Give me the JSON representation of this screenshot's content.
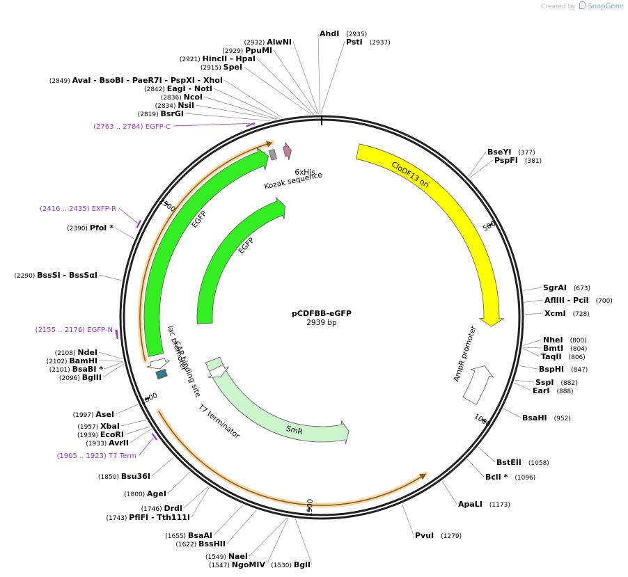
{
  "credit": {
    "prefix": "Created by",
    "brand": "SnapGene"
  },
  "plasmid": {
    "name": "pCDFBB-eGFP",
    "size_label": "2939 bp",
    "length": 2939
  },
  "ticks": [
    {
      "pos": 500,
      "label": "500"
    },
    {
      "pos": 1000,
      "label": "1000"
    },
    {
      "pos": 1500,
      "label": "1500"
    },
    {
      "pos": 2000,
      "label": "2000"
    },
    {
      "pos": 2500,
      "label": "2500"
    }
  ],
  "features": [
    {
      "id": "egfp-outer",
      "label": "EGFP",
      "start": 2100,
      "end": 2790,
      "strand": 1,
      "color": "#33ee22",
      "track": 1
    },
    {
      "id": "egfp-inner",
      "label": "EGFP",
      "start": 2180,
      "end": 2790,
      "strand": 1,
      "color": "#33ee22",
      "track": 2
    },
    {
      "id": "clodf13-ori",
      "label": "CloDF13 ori",
      "start": 100,
      "end": 760,
      "strand": 1,
      "color": "#ffff00",
      "track": 1
    },
    {
      "id": "smr",
      "label": "SmR",
      "start": 1360,
      "end": 2030,
      "strand": -1,
      "color": "#ccf5cc",
      "track": 2
    },
    {
      "id": "ampr-promoter",
      "label": "AmpR promoter",
      "start": 870,
      "end": 975,
      "strand": -1,
      "color": "#ffffff",
      "track": 1
    },
    {
      "id": "kozak",
      "label": "Kozak sequence",
      "start": 2795,
      "end": 2810,
      "strand": 0,
      "color": "#999999",
      "track": 1
    },
    {
      "id": "6xhis",
      "label": "6xHis",
      "start": 2835,
      "end": 2855,
      "strand": 1,
      "color": "#c27ba0",
      "track": 1
    },
    {
      "id": "lac-promoter",
      "label": "lac promoter",
      "start": 2060,
      "end": 2085,
      "strand": -1,
      "color": "#ffffff",
      "track": 1
    },
    {
      "id": "cap-site",
      "label": "CAP binding site",
      "start": 2035,
      "end": 2055,
      "strand": 0,
      "color": "#2e7d8c",
      "track": 1
    },
    {
      "id": "t7-terminator",
      "label": "T7 terminator",
      "start": 1955,
      "end": 1995,
      "strand": -1,
      "color": "#ffffff",
      "track": 2
    }
  ],
  "orfs": [
    {
      "id": "orf-top",
      "start": 2090,
      "end": 2810,
      "strand": 1
    },
    {
      "id": "orf-bottom",
      "start": 1195,
      "end": 1960,
      "strand": -1
    }
  ],
  "sites": [
    {
      "pos": 2935,
      "name": "AhdI",
      "pos_label": "(2935)"
    },
    {
      "pos": 2937,
      "name": "PstI",
      "pos_label": "(2937)"
    },
    {
      "pos": 2932,
      "name": "AlwNI",
      "pos_label": "(2932)"
    },
    {
      "pos": 2929,
      "name": "PpuMI",
      "pos_label": "(2929)"
    },
    {
      "pos": 2921,
      "name": "HincII  - HpaI",
      "pos_label": "(2921)"
    },
    {
      "pos": 2915,
      "name": "SpeI",
      "pos_label": "(2915)"
    },
    {
      "pos": 2849,
      "name": "AvaI   - BsoBI   - PaeR7I   - PspXI   - XhoI",
      "pos_label": "(2849)"
    },
    {
      "pos": 2842,
      "name": "EagI  - NotI",
      "pos_label": "(2842)"
    },
    {
      "pos": 2836,
      "name": "NcoI",
      "pos_label": "(2836)"
    },
    {
      "pos": 2834,
      "name": "NsiI",
      "pos_label": "(2834)"
    },
    {
      "pos": 2819,
      "name": "BsrGI",
      "pos_label": "(2819)"
    },
    {
      "pos": 2390,
      "name": "PfoI *",
      "pos_label": "(2390)"
    },
    {
      "pos": 2290,
      "name": "BssSI   - BssSαI",
      "pos_label": "(2290)"
    },
    {
      "pos": 2108,
      "name": "NdeI",
      "pos_label": "(2108)"
    },
    {
      "pos": 2102,
      "name": "BamHI",
      "pos_label": "(2102)"
    },
    {
      "pos": 2101,
      "name": "BsaBI *",
      "pos_label": "(2101)"
    },
    {
      "pos": 2096,
      "name": "BglII",
      "pos_label": "(2096)"
    },
    {
      "pos": 1997,
      "name": "AseI",
      "pos_label": "(1997)"
    },
    {
      "pos": 1957,
      "name": "XbaI",
      "pos_label": "(1957)"
    },
    {
      "pos": 1939,
      "name": "EcoRI",
      "pos_label": "(1939)"
    },
    {
      "pos": 1933,
      "name": "AvrII",
      "pos_label": "(1933)"
    },
    {
      "pos": 1850,
      "name": "Bsu36I",
      "pos_label": "(1850)"
    },
    {
      "pos": 1800,
      "name": "AgeI",
      "pos_label": "(1800)"
    },
    {
      "pos": 1746,
      "name": "DrdI",
      "pos_label": "(1746)"
    },
    {
      "pos": 1743,
      "name": "PflFI   - Tth111I",
      "pos_label": "(1743)"
    },
    {
      "pos": 1655,
      "name": "BsaAI",
      "pos_label": "(1655)"
    },
    {
      "pos": 1622,
      "name": "BssHII",
      "pos_label": "(1622)"
    },
    {
      "pos": 1549,
      "name": "NaeI",
      "pos_label": "(1549)"
    },
    {
      "pos": 1547,
      "name": "NgoMIV",
      "pos_label": "(1547)"
    },
    {
      "pos": 1530,
      "name": "BglI",
      "pos_label": "(1530)"
    },
    {
      "pos": 1279,
      "name": "PvuI",
      "pos_label": "(1279)"
    },
    {
      "pos": 1173,
      "name": "ApaLI",
      "pos_label": "(1173)"
    },
    {
      "pos": 1096,
      "name": "BclI *",
      "pos_label": "(1096)"
    },
    {
      "pos": 1058,
      "name": "BstEII",
      "pos_label": "(1058)"
    },
    {
      "pos": 952,
      "name": "BsaHI",
      "pos_label": "(952)"
    },
    {
      "pos": 888,
      "name": "EarI",
      "pos_label": "(888)"
    },
    {
      "pos": 882,
      "name": "SspI",
      "pos_label": "(882)"
    },
    {
      "pos": 847,
      "name": "BspHI",
      "pos_label": "(847)"
    },
    {
      "pos": 806,
      "name": "TaqII",
      "pos_label": "(806)"
    },
    {
      "pos": 804,
      "name": "BmtI",
      "pos_label": "(804)"
    },
    {
      "pos": 800,
      "name": "NheI",
      "pos_label": "(800)"
    },
    {
      "pos": 728,
      "name": "XcmI",
      "pos_label": "(728)"
    },
    {
      "pos": 700,
      "name": "AflIII  - PciI",
      "pos_label": "(700)"
    },
    {
      "pos": 673,
      "name": "SgrAI",
      "pos_label": "(673)"
    },
    {
      "pos": 381,
      "name": "PspFI",
      "pos_label": "(381)"
    },
    {
      "pos": 377,
      "name": "BseYI",
      "pos_label": "(377)"
    }
  ],
  "primers": [
    {
      "name": "EGFP-C",
      "range_label": "(2763 .. 2784)",
      "start": 2763,
      "end": 2784
    },
    {
      "name": "EXFP-R",
      "range_label": "(2416 .. 2435)",
      "start": 2416,
      "end": 2435
    },
    {
      "name": "EGFP-N",
      "range_label": "(2155 .. 2176)",
      "start": 2155,
      "end": 2176
    },
    {
      "name": "T7 Term",
      "range_label": "(1905 .. 1923)",
      "start": 1905,
      "end": 1923
    }
  ]
}
